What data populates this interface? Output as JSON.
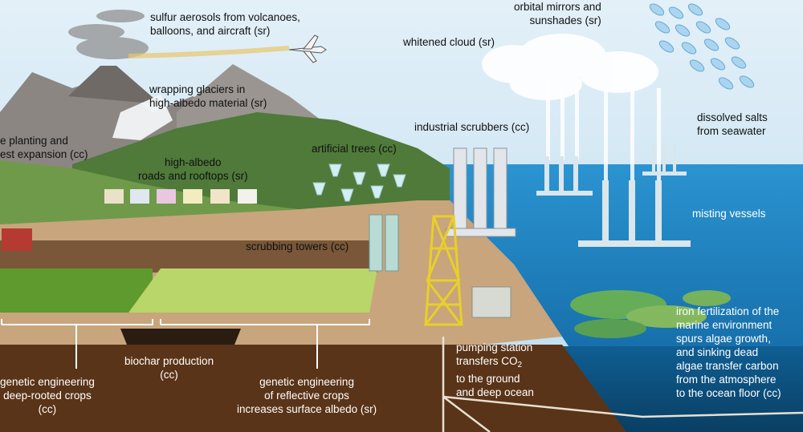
{
  "labels": {
    "sulfur": [
      "sulfur aerosols from volcanoes,",
      "balloons, and aircraft (sr)"
    ],
    "orbital": [
      "orbital mirrors and",
      "sunshades (sr)"
    ],
    "whitened_cloud": "whitened cloud (sr)",
    "glaciers": [
      "wrapping glaciers in",
      "high-albedo material (sr)"
    ],
    "tree_planting": [
      "e planting and",
      "est expansion (cc)"
    ],
    "dissolved_salts": [
      "dissolved salts",
      "from seawater"
    ],
    "scrubbers": "industrial scrubbers (cc)",
    "artificial_trees": "artificial trees (cc)",
    "roads": [
      "high-albedo",
      "roads and rooftops (sr)"
    ],
    "misting": "misting vessels",
    "towers": "scrubbing towers (cc)",
    "iron": [
      "iron fertilization of the",
      "marine environment",
      "spurs algae growth,",
      "and sinking dead",
      "algae transfer carbon",
      "from the atmosphere",
      "to the ocean floor (cc)"
    ],
    "biochar": [
      "biochar production",
      "(cc)"
    ],
    "pumping": {
      "line1": "pumping station",
      "line2_pre": "transfers CO",
      "line2_sub": "2",
      "line3": "to the ground",
      "line4": "and deep ocean"
    },
    "deep_crops": [
      "genetic engineering",
      "deep-rooted crops",
      "(cc)"
    ],
    "reflective_crops": [
      "genetic engineering",
      "of reflective crops",
      "increases surface albedo (sr)"
    ]
  },
  "colors": {
    "sky": "#cfe6f4",
    "ocean": "#1a7fc1",
    "soil": "#5a3418",
    "ground": "#c8a57c",
    "hill": "#4f7a3a",
    "mountain": "#8b8682"
  }
}
